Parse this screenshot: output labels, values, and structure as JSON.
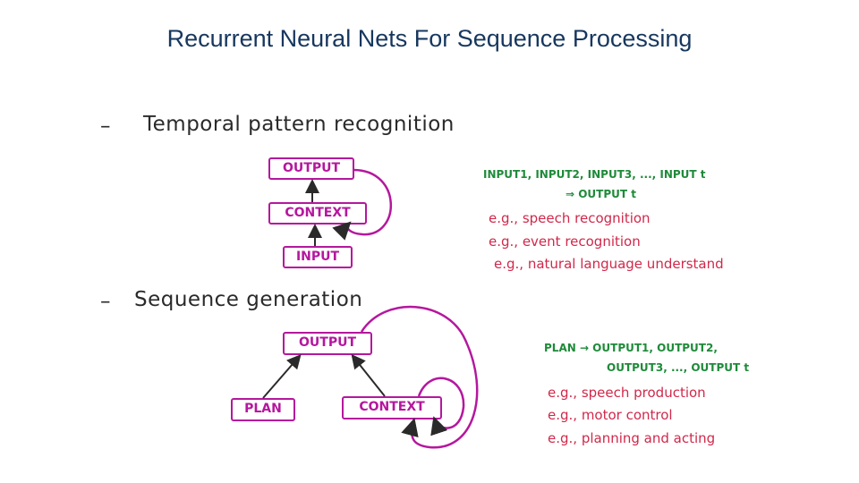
{
  "title": "Recurrent Neural Nets For Sequence Processing",
  "section1": {
    "dash": "–",
    "heading": "Temporal pattern recognition",
    "boxes": {
      "output": "OUTPUT",
      "context": "CONTEXT",
      "input": "INPUT"
    },
    "notes": {
      "line1": "INPUT1, INPUT2, INPUT3, ..., INPUT t",
      "line2": "⇒ OUTPUT t",
      "examples": [
        "e.g., speech recognition",
        "e.g., event recognition",
        "e.g., natural language understand"
      ]
    }
  },
  "section2": {
    "dash": "–",
    "heading": "Sequence generation",
    "boxes": {
      "output": "OUTPUT",
      "plan": "PLAN",
      "context": "CONTEXT"
    },
    "notes": {
      "line1": "PLAN → OUTPUT1, OUTPUT2,",
      "line2": "OUTPUT3, ..., OUTPUT t",
      "examples": [
        "e.g., speech production",
        "e.g., motor control",
        "e.g., planning and acting"
      ]
    }
  },
  "colors": {
    "title": "#17375e",
    "diagram": "#b5179e",
    "notes_green": "#1f8a3a",
    "notes_red": "#d1284a",
    "heading": "#2a2a2a"
  }
}
